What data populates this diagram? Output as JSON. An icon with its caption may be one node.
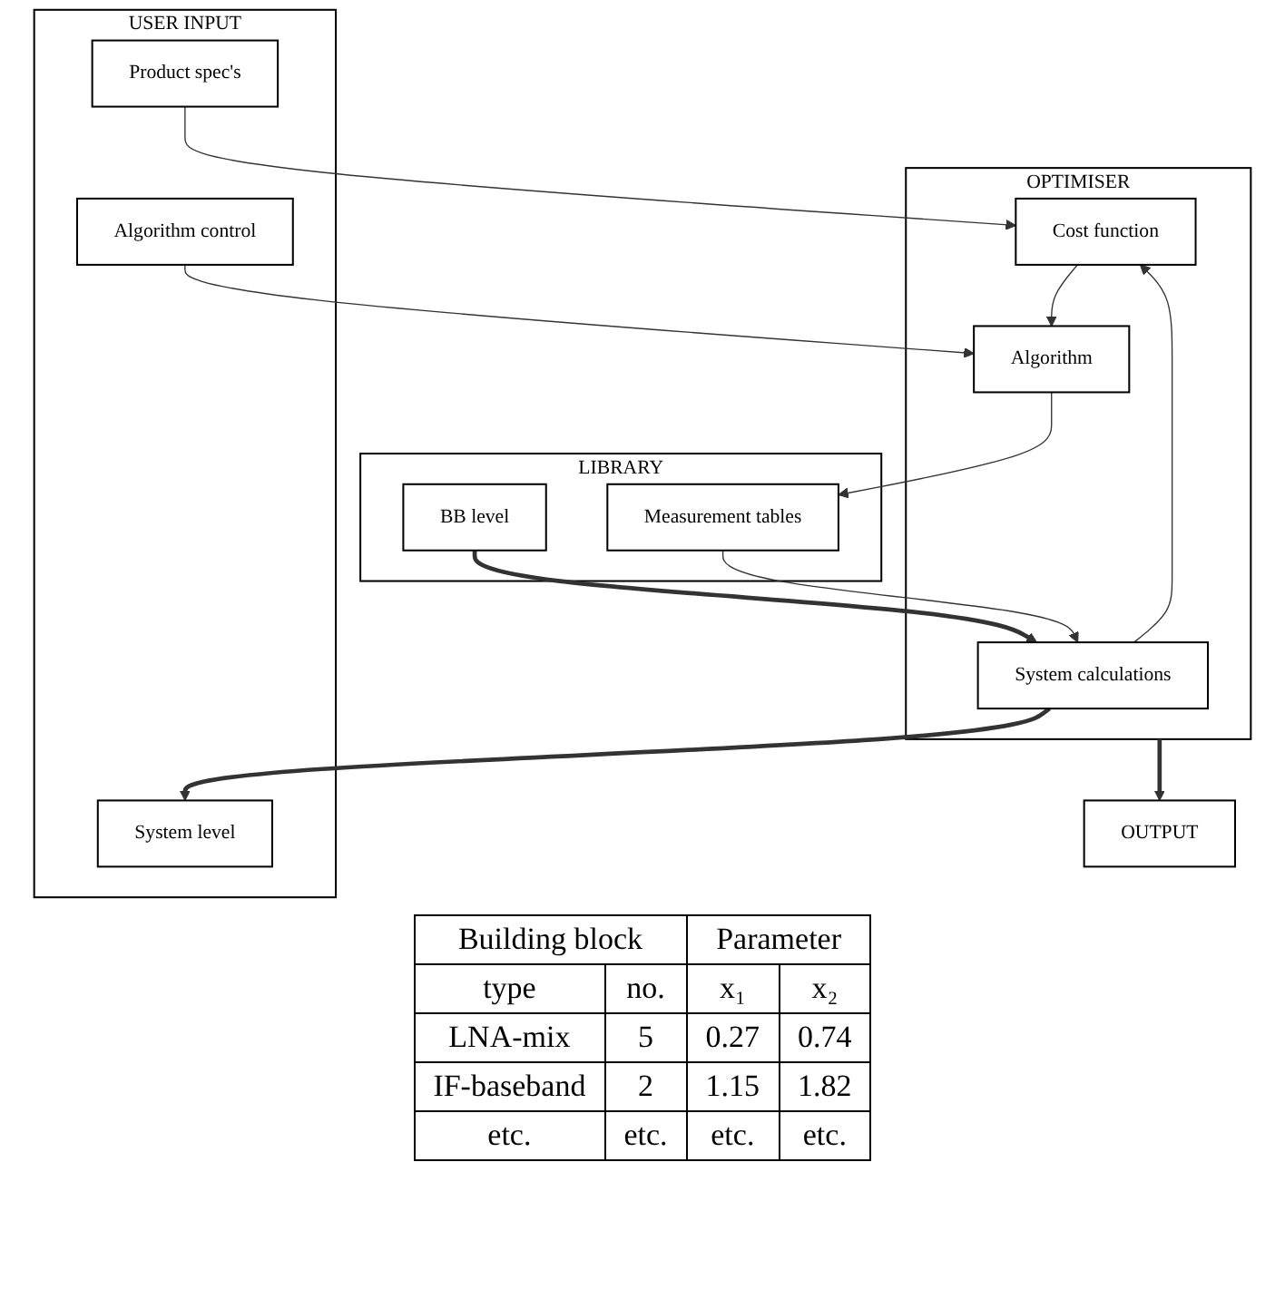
{
  "diagram": {
    "nodes": [
      {
        "text": [
          "USER INPUT"
        ]
      },
      {
        "text": [
          "System level"
        ],
        "in": 0
      },
      {
        "text": [
          "Product spec's"
        ],
        "in": 0
      },
      {
        "text": [
          "Algorithm control"
        ],
        "in": 0
      },
      {
        "text": [
          "OPTIMISER"
        ]
      },
      {
        "text": [
          "System calculations"
        ],
        "in": 4
      },
      {
        "text": [
          "Cost function"
        ],
        "in": 4
      },
      {
        "text": [
          "Algorithm"
        ],
        "in": 4
      },
      {
        "text": [
          "LIBRARY"
        ]
      },
      {
        "text": [
          "BB level"
        ],
        "in": 8
      },
      {
        "text": [
          "Measurement tables"
        ],
        "in": 8
      },
      {
        "text": [
          "OUTPUT"
        ]
      }
    ],
    "edges": [
      {
        "from": 5,
        "to": 1,
        "arrow": "to",
        "style": "thick"
      },
      {
        "from": 9,
        "to": 5,
        "arrow": "to",
        "style": "thick"
      },
      {
        "from": 10,
        "to": 5,
        "arrow": "to"
      },
      {
        "from": 5,
        "to": 6,
        "arrow": "to"
      },
      {
        "from": 2,
        "to": 6,
        "arrow": "to"
      },
      {
        "from": 6,
        "to": 7,
        "arrow": "to"
      },
      {
        "from": 3,
        "to": 7,
        "arrow": "to"
      },
      {
        "from": 7,
        "to": 10,
        "arrow": "to"
      },
      {
        "from": 4,
        "to": 11,
        "arrow": "to",
        "style": "thick"
      }
    ],
    "labels": [
      "Building block",
      "Parameter",
      "type",
      "no.",
      "x₁",
      "x₂",
      "LNA-mix",
      "5",
      "0.27",
      "0.74",
      "IF-baseband",
      "2",
      "1.15",
      "1.82",
      "etc.",
      "etc.",
      "etc.",
      "etc."
    ]
  }
}
